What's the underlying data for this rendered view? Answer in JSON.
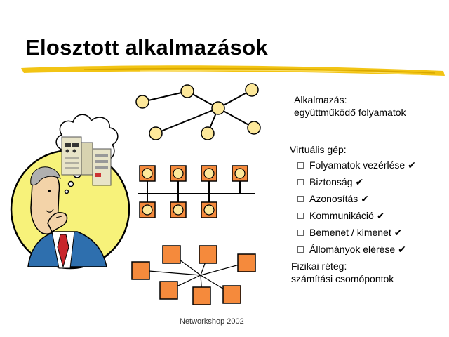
{
  "slide": {
    "title": "Elosztott alkalmazások",
    "footer": "Networkshop 2002"
  },
  "application": {
    "line1": "Alkalmazás:",
    "line2": "együttműködő folyamatok"
  },
  "virtual_machine": {
    "heading": "Virtuális gép:",
    "check_glyph": "✔",
    "items": [
      "Folyamatok vezérlése",
      "Biztonság",
      "Azonosítás",
      "Kommunikáció",
      "Bemenet / kimenet",
      "Állományok elérése"
    ]
  },
  "physical": {
    "line1": "Fizikai réteg:",
    "line2": "számítási csomópontok"
  },
  "colors": {
    "underline_yellow": "#f2c414",
    "node_fill": "#fde89a",
    "box_fill": "#f58a3c",
    "clipart_face": "#f3d3a8",
    "clipart_circle": "#f7f27a"
  }
}
